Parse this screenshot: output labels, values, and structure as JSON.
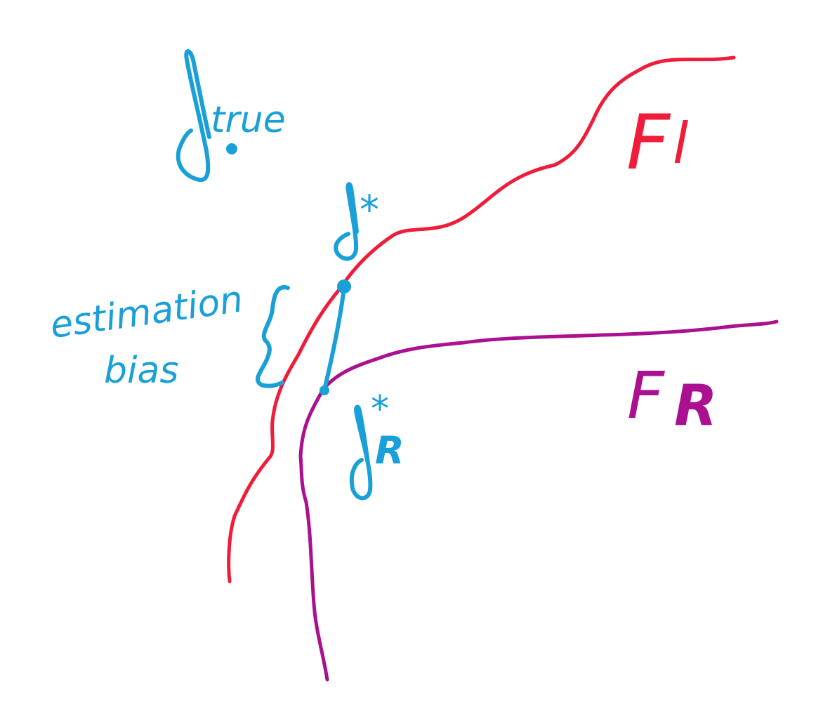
{
  "labels": {
    "f_true_sub": "true",
    "f_star_sup": "*",
    "f_star_r_sup": "*",
    "f_star_r_sub": "R",
    "estimation": "estimation",
    "bias": "bias",
    "family_full": "F",
    "family_full_sub": "l",
    "family_restricted": "F",
    "family_restricted_sub": "R"
  },
  "colors": {
    "blue": "#1aa0d8",
    "red": "#ef1c3a",
    "purple": "#aa108f",
    "background": "#ffffff"
  }
}
